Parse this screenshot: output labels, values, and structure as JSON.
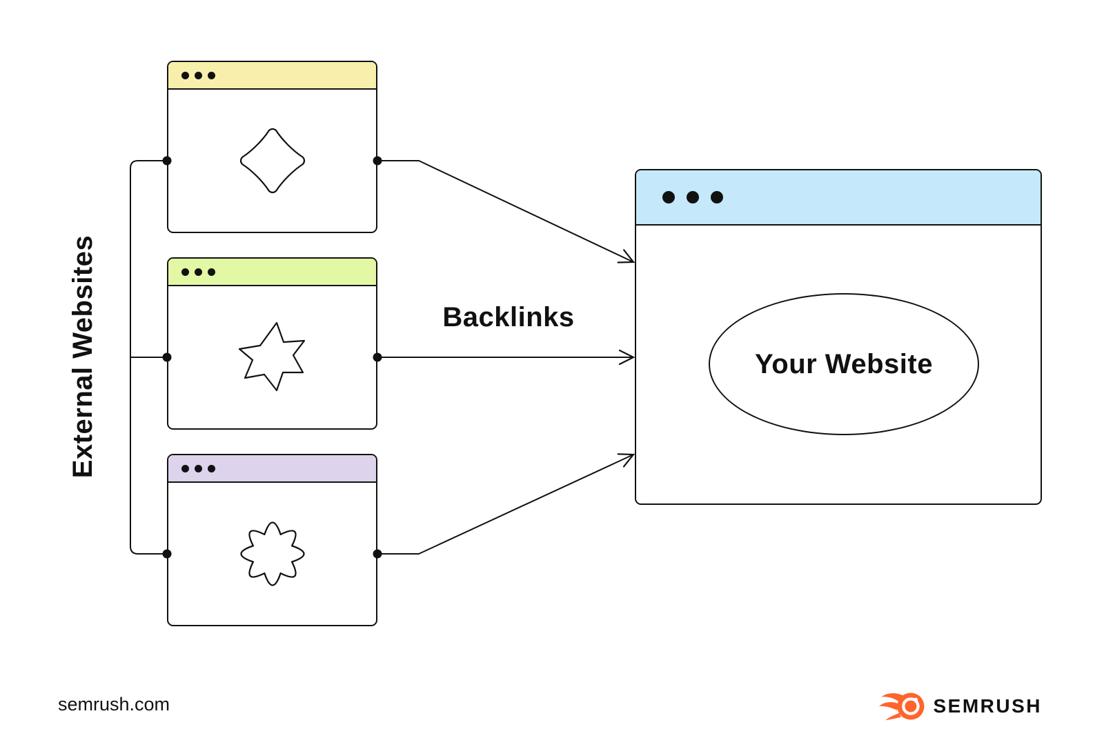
{
  "diagram": {
    "left_group_label": "External Websites",
    "arrow_label": "Backlinks",
    "target_site_label": "Your Website",
    "external_windows": [
      {
        "id": "external-site-1",
        "header_color": "#F9EFAD",
        "shape_icon": "diamond-blob-icon"
      },
      {
        "id": "external-site-2",
        "header_color": "#E3F8A4",
        "shape_icon": "star-blob-icon"
      },
      {
        "id": "external-site-3",
        "header_color": "#DED3ED",
        "shape_icon": "flower-blob-icon"
      }
    ],
    "target_window": {
      "header_color": "#C5E8FA"
    }
  },
  "footer": {
    "site_url": "semrush.com",
    "brand_name": "SEMRUSH",
    "brand_color": "#FF642D"
  },
  "palette": {
    "background": "#FFFFFF",
    "line": "#111111"
  }
}
